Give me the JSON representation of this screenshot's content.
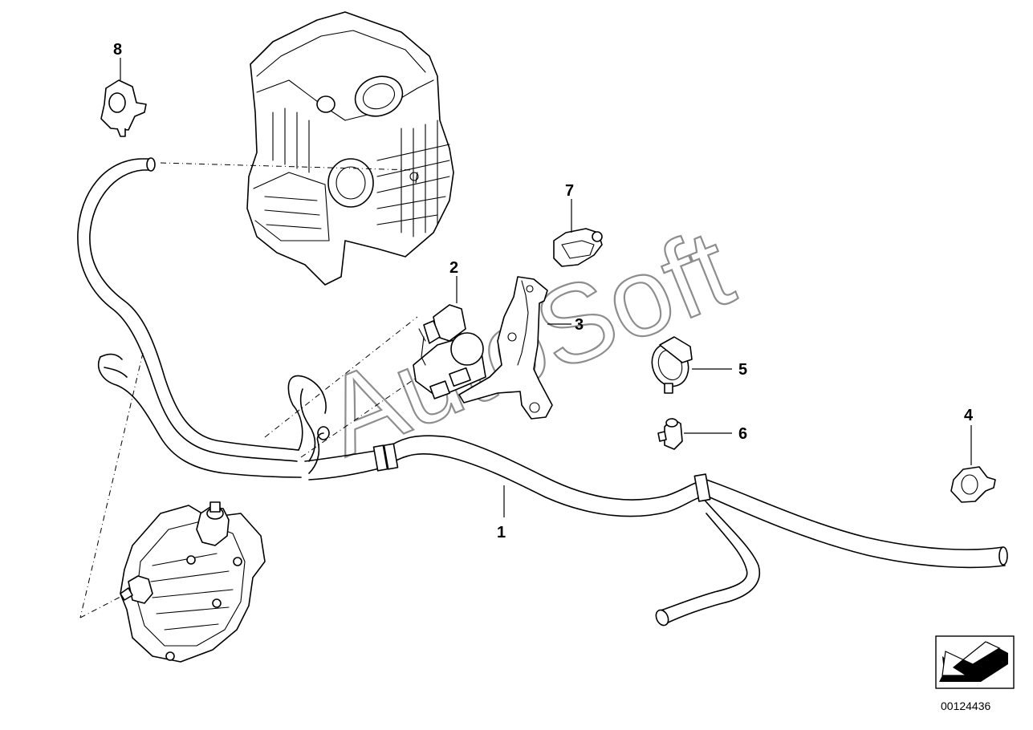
{
  "diagram": {
    "callouts": [
      {
        "id": "1",
        "label": "1"
      },
      {
        "id": "2",
        "label": "2"
      },
      {
        "id": "3",
        "label": "3"
      },
      {
        "id": "4",
        "label": "4"
      },
      {
        "id": "5",
        "label": "5"
      },
      {
        "id": "6",
        "label": "6"
      },
      {
        "id": "7",
        "label": "7"
      },
      {
        "id": "8",
        "label": "8"
      }
    ],
    "watermark": "AutoSoft",
    "document_number": "00124436"
  },
  "icons": {
    "nav_arrow": "arrow-down-left-icon"
  }
}
